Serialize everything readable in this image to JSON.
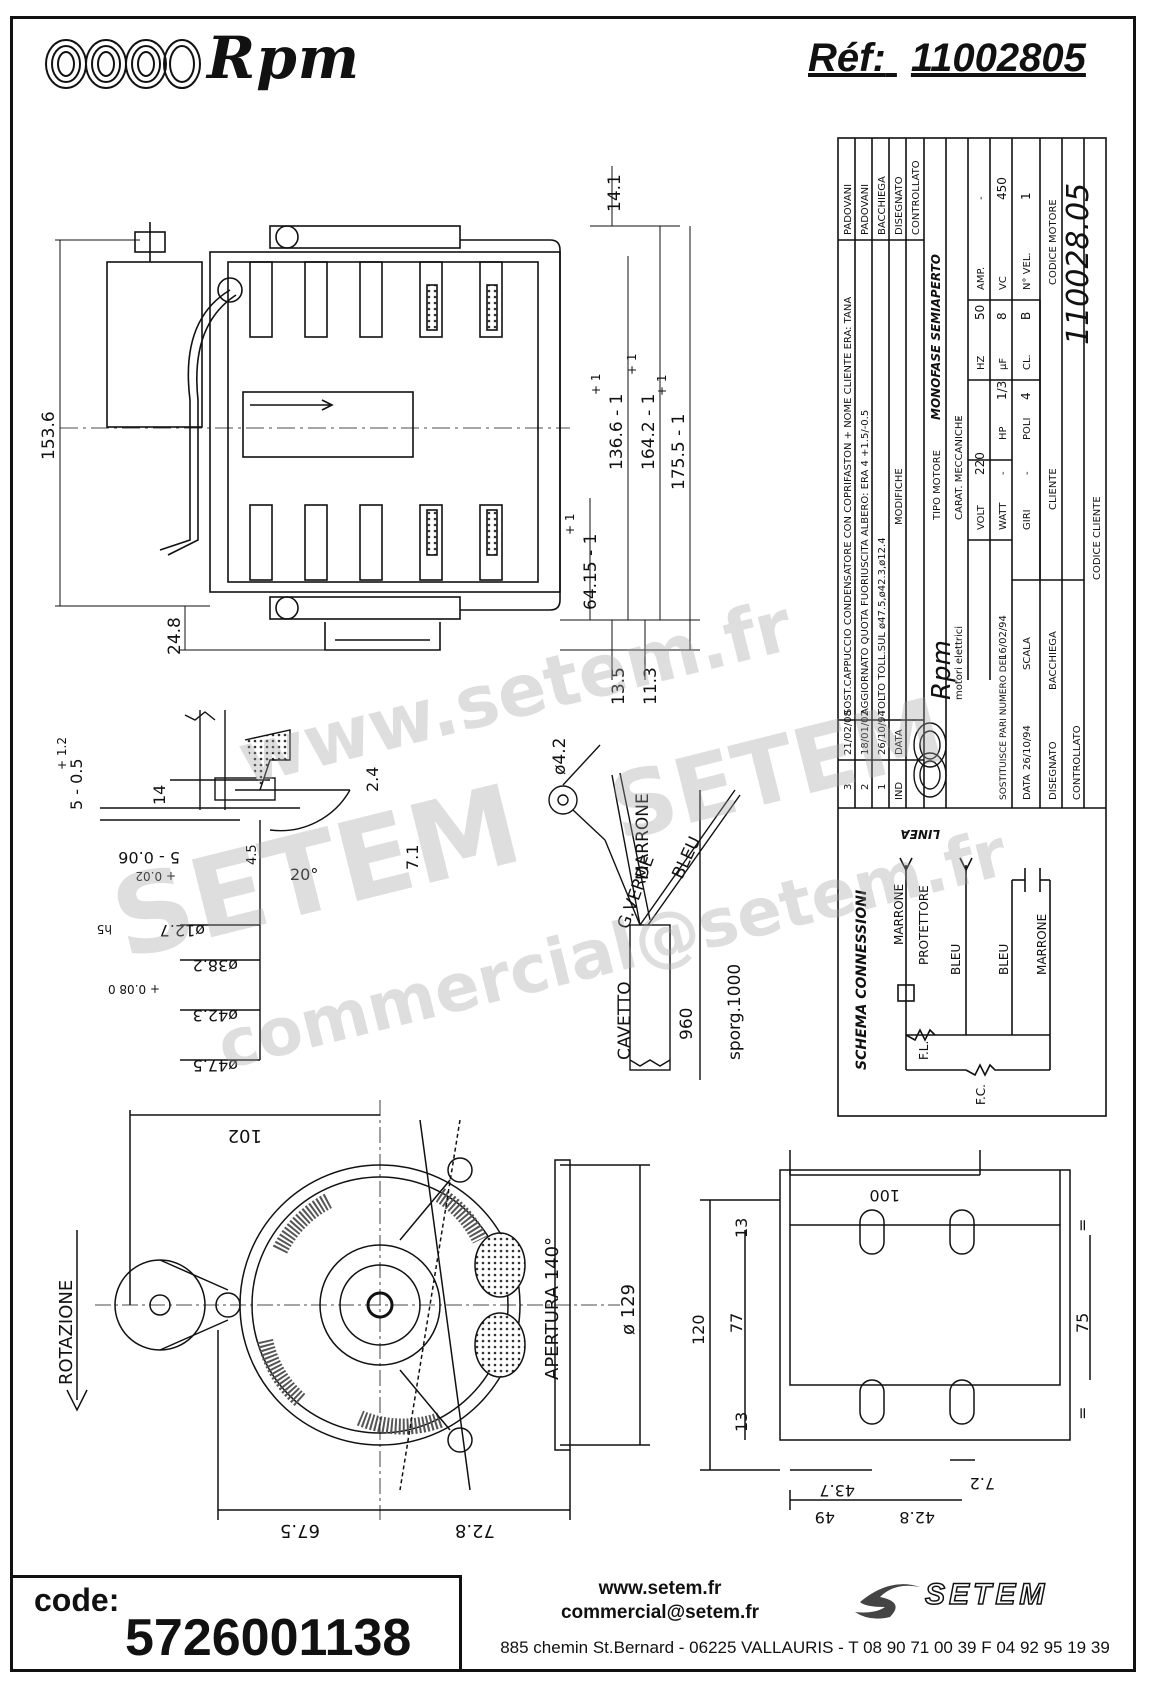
{
  "header": {
    "brand": "Rpm",
    "reference_label": "Réf:",
    "reference_value": "11002805"
  },
  "dimensions_side": {
    "d1": "153.6",
    "d2": "14.1",
    "d3": "136.6 - 1",
    "d3_tol": "+ 1",
    "d4": "164.2 - 1",
    "d4_tol": "+ 1",
    "d5": "175.5 - 1",
    "d5_tol": "+ 1",
    "d6": "64.15 - 1",
    "d6_tol": "+ 1",
    "d7": "24.8",
    "d8": "13.5",
    "d9": "11.3"
  },
  "dimensions_shaft": {
    "a1": "5 - 0.5",
    "a1_tol": "+ 1.2",
    "a2": "14",
    "a3": "2.4",
    "a4": "4.5",
    "a5": "7.1",
    "a6": "20°",
    "a7": "5 - 0.06",
    "a7_tol": "+ 0.02",
    "a8": "ø12.7",
    "a8_tol": "h5",
    "a9": "ø38.2",
    "a9_tol": "+ 0.08  0",
    "a10": "ø42.3",
    "a11": "ø47.5"
  },
  "cable": {
    "ring": "ø4.2",
    "wire_green": "G.VERDE",
    "wire_brown": "MARRONE",
    "wire_blue": "BLEU",
    "cable_label": "CAVETTO",
    "len1": "960",
    "len2": "sporg.1000"
  },
  "front_view": {
    "rotation": "ROTAZIONE",
    "w1": "102",
    "dia": "ø 129",
    "aperture": "APERTURA 140°",
    "w2": "67.5",
    "w3": "72.8"
  },
  "bracket_view": {
    "b1": "100",
    "b2": "13",
    "b3": "120",
    "b4": "77",
    "b5": "75",
    "b6": "13",
    "b7": "43.7",
    "b8": "49",
    "b9": "42.8",
    "b10": "7.2",
    "eq": "="
  },
  "title_block": {
    "rows": [
      {
        "ind": "3",
        "data": "21/02/08",
        "text": "SOST.CAPPUCCIO CONDENSATORE CON COPRIFASTON + NOME CLIENTE ERA: TANA",
        "by": "PADOVANI"
      },
      {
        "ind": "2",
        "data": "18/01/02",
        "text": "AGGIORNATO QUOTA FUORIUSCITA ALBERO: ERA 4 +1.5/-0.5",
        "by": "PADOVANI"
      },
      {
        "ind": "1",
        "data": "26/10/94",
        "text": "TOLTO TOLL.SUL ø47.5,ø42.3,ø12.4",
        "by": "BACCHIEGA"
      }
    ],
    "hdr_ind": "IND",
    "hdr_data": "DATA",
    "hdr_mod": "MODIFICHE",
    "hdr_disegnato": "DISEGNATO",
    "hdr_controllato": "CONTROLLATO",
    "dash": "-",
    "tipo_motore_label": "TIPO MOTORE",
    "tipo_motore": "MONOFASE SEMIAPERTO",
    "carat_label": "CARAT. MECCANICHE",
    "carat_value": "-",
    "volt_label": "VOLT",
    "volt": "220",
    "hz_label": "HZ",
    "hz": "50",
    "amp_label": "AMP.",
    "amp": "-",
    "watt_label": "WATT",
    "watt": "-",
    "hp_label": "HP",
    "hp": "1/3",
    "uf_label": "µF",
    "uf": "8",
    "vc_label": "VC",
    "vc": "450",
    "giri_label": "GIRI",
    "giri": "-",
    "poli_label": "POLI",
    "poli": "4",
    "cl_label": "CL.",
    "cl": "B",
    "nvel_label": "N° VEL.",
    "nvel": "1",
    "cliente_label": "CLIENTE",
    "codice_motore_label": "CODICE MOTORE",
    "codice_motore": "110028.05",
    "codice_cliente_label": "CODICE CLIENTE",
    "rpm_small": "Rpm",
    "motori": "motori elettrici",
    "sostituisce": "SOSTITUISCE PARI NUMERO DEL",
    "sost_date": "16/02/94",
    "data_label": "DATA",
    "data_value": "26/10/94",
    "scala_label": "SCALA",
    "disegnato_label": "DISEGNATO",
    "disegnato_value": "BACCHIEGA",
    "controllato_label": "CONTROLLATO"
  },
  "schema": {
    "title": "SCHEMA CONNESSIONI",
    "linea": "LINEA",
    "marrone1": "MARRONE",
    "protettore": "PROTETTORE",
    "bleu1": "BLEU",
    "bleu2": "BLEU",
    "marrone2": "MARRONE",
    "fl": "F.L.",
    "fc": "F.C."
  },
  "code": {
    "label": "code:",
    "value": "5726001138"
  },
  "footer": {
    "web": "www.setem.fr",
    "email": "commercial@setem.fr",
    "address": "885 chemin St.Bernard  -  06225 VALLAURIS  -  T 08 90 71 00 39   F 04 92 95 19 39",
    "setem_logo": "SETEM"
  },
  "watermarks": {
    "w1": "www.setem.fr",
    "w2": "SETEM",
    "w3": "SETEM",
    "w4": "commercial@setem.fr"
  }
}
